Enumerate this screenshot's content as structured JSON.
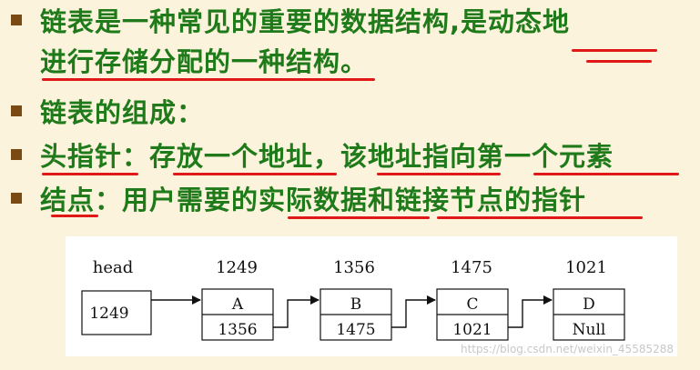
{
  "bullets": [
    {
      "line1": "链表是一种常见的重要的数据结构,是动态地",
      "line2": "进行存储分配的一种结构。"
    },
    {
      "line1": "链表的组成："
    },
    {
      "line1": "头指针：存放一个地址，该地址指向第一个元素"
    },
    {
      "line1": "结点：用户需要的实际数据和链接节点的指针"
    }
  ],
  "diagram": {
    "head_label": "head",
    "head_value": "1249",
    "nodes": [
      {
        "address": "1249",
        "data": "A",
        "next": "1356"
      },
      {
        "address": "1356",
        "data": "B",
        "next": "1475"
      },
      {
        "address": "1475",
        "data": "C",
        "next": "1021"
      },
      {
        "address": "1021",
        "data": "D",
        "next": "Null"
      }
    ]
  },
  "watermark": "https://blog.csdn.net/weixin_45585288",
  "colors": {
    "text": "#1f7a1a",
    "underline": "#e01818",
    "bullet": "#7a4a12",
    "background": "#fbf3dc"
  }
}
